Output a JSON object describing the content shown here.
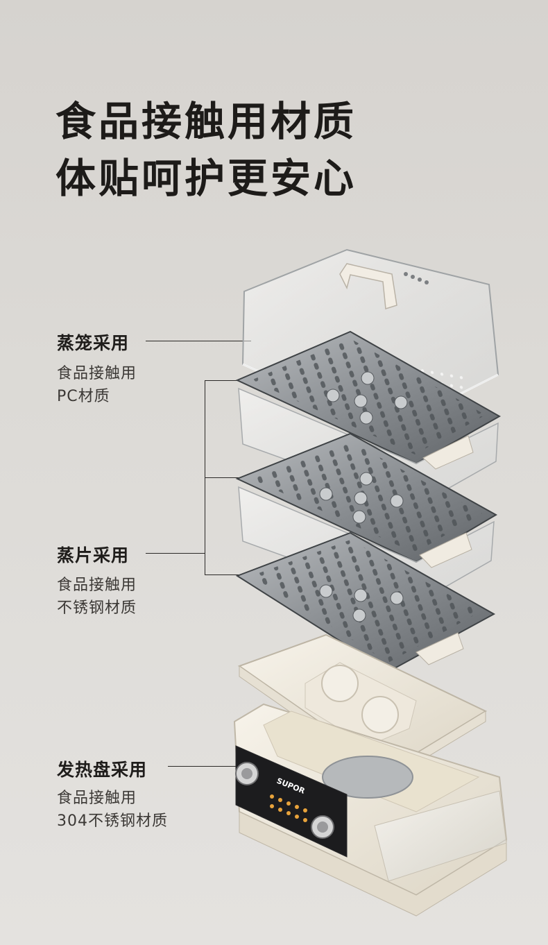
{
  "headline": {
    "line1": "食品接触用材质",
    "line2": "体贴呵护更安心"
  },
  "callouts": [
    {
      "title": "蒸笼采用",
      "desc_line1": "食品接触用",
      "desc_line2": "PC材质"
    },
    {
      "title": "蒸片采用",
      "desc_line1": "食品接触用",
      "desc_line2": "不锈钢材质"
    },
    {
      "title": "发热盘采用",
      "desc_line1": "食品接触用",
      "desc_line2": "304不锈钢材质"
    }
  ],
  "product": {
    "brand": "SUPOR"
  },
  "colors": {
    "background": "#d9d6d2",
    "text": "#1d1b19",
    "appliance_body": "#f1ede3"
  }
}
